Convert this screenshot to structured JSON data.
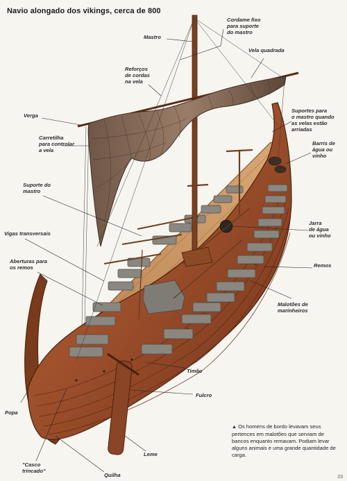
{
  "title": "Navio alongado dos vikings, cerca de 800",
  "labels": {
    "mastro": "Mastro",
    "cordame": "Cordame fixo\npara suporte\ndo mastro",
    "vela_quadrada": "Vela quadrada",
    "reforcos": "Reforços\nde cordas\nna vela",
    "verga": "Verga",
    "suportes": "Suportes para\no mastro quando\nas velas estão\narriadas",
    "carretilha": "Carretilha\npara controlar\na vela",
    "barris": "Barris de\nágua ou\nvinho",
    "suporte_mastro": "Suporte do\nmastro",
    "jarra": "Jarra\nde água\nou vinho",
    "vigas": "Vigas transversais",
    "aberturas": "Aberturas para\nos remos",
    "remos": "Remos",
    "malotoes": "Malotões de\nmarinheiros",
    "timao": "Timão",
    "fulcro": "Fulcro",
    "popa": "Popa",
    "leme": "Leme",
    "casco": "\"Casco\ntrincado\"",
    "quilha": "Quilha"
  },
  "caption": {
    "marker": "▲",
    "text": "Os homens de bordo levavam seus pertences em malotões que serviam de bancos enquanto remavam. Podiam levar alguns animais e uma grande quantidade de carga."
  },
  "page_number": "23",
  "colors": {
    "hull": "#a0522d",
    "hull_dark": "#6b2f17",
    "deck": "#c9935f",
    "sail": "#8a6d5a",
    "chest": "#7d7a76",
    "leader": "#222222"
  }
}
